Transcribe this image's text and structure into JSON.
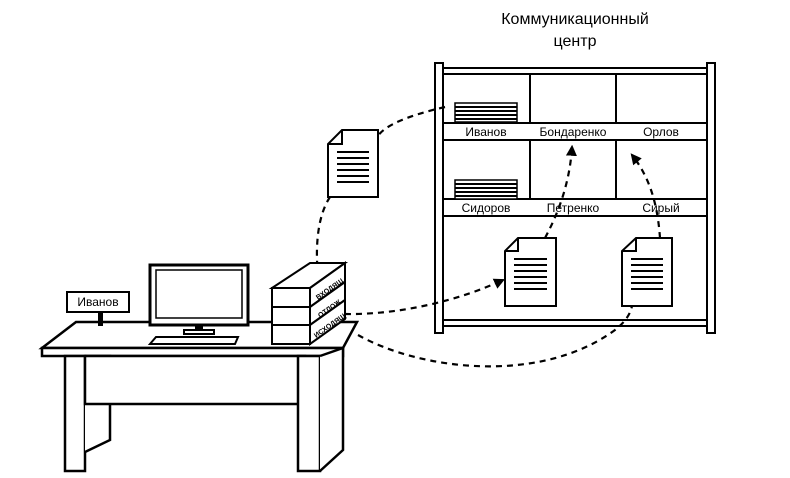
{
  "center": {
    "title_line1": "Коммуникационный",
    "title_line2": "центр"
  },
  "mailboxes": {
    "row1": [
      "Иванов",
      "Бондаренко",
      "Орлов"
    ],
    "row2": [
      "Сидоров",
      "Петренко",
      "Сирый"
    ]
  },
  "desk": {
    "nameplate": "Иванов",
    "trays": [
      "ВХОДЯЩ",
      "ОТЛОЖ",
      "ИСХОДЯЩ"
    ]
  }
}
